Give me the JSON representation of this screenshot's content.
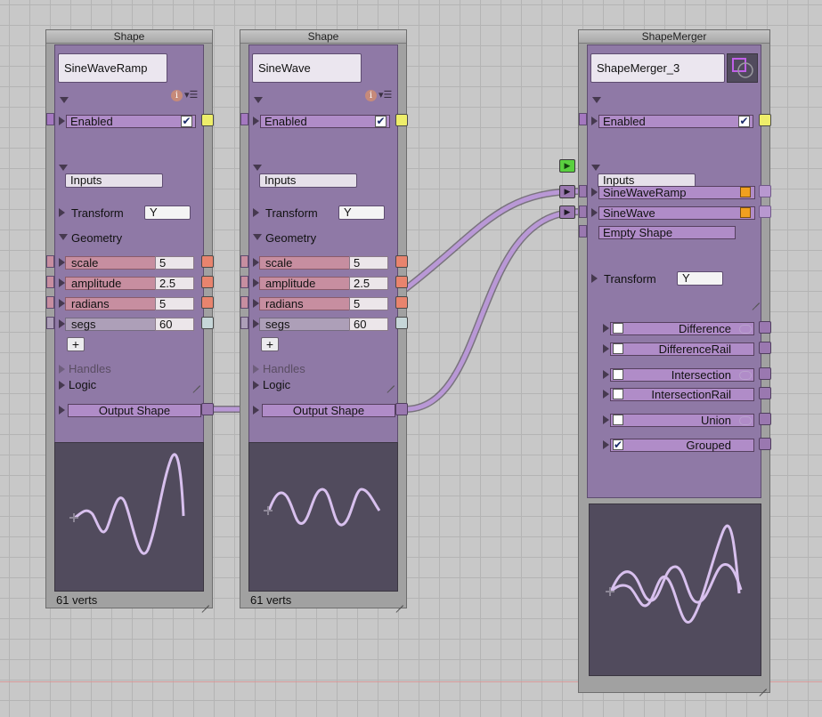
{
  "nodes": {
    "ramp": {
      "title": "Shape",
      "name": "SineWaveRamp",
      "enabled_label": "Enabled",
      "inputs_label": "Inputs",
      "transform_label": "Transform",
      "transform_value": "Y",
      "geometry_label": "Geometry",
      "params": [
        {
          "label": "scale",
          "value": "5"
        },
        {
          "label": "amplitude",
          "value": "2.5"
        },
        {
          "label": "radians",
          "value": "5"
        },
        {
          "label": "segs",
          "value": "60"
        }
      ],
      "add_label": "+",
      "handles_label": "Handles",
      "logic_label": "Logic",
      "output_label": "Output Shape",
      "footer": "61 verts"
    },
    "sine": {
      "title": "Shape",
      "name": "SineWave",
      "enabled_label": "Enabled",
      "inputs_label": "Inputs",
      "transform_label": "Transform",
      "transform_value": "Y",
      "geometry_label": "Geometry",
      "params": [
        {
          "label": "scale",
          "value": "5"
        },
        {
          "label": "amplitude",
          "value": "2.5"
        },
        {
          "label": "radians",
          "value": "5"
        },
        {
          "label": "segs",
          "value": "60"
        }
      ],
      "add_label": "+",
      "handles_label": "Handles",
      "logic_label": "Logic",
      "output_label": "Output Shape",
      "footer": "61 verts"
    },
    "merger": {
      "title": "ShapeMerger",
      "name": "ShapeMerger_3",
      "enabled_label": "Enabled",
      "inputs_label": "Inputs",
      "input_items": [
        "SineWaveRamp",
        "SineWave"
      ],
      "empty_label": "Empty Shape",
      "transform_label": "Transform",
      "transform_value": "Y",
      "ops": [
        {
          "label": "Difference",
          "checked": false
        },
        {
          "label": "DifferenceRail",
          "checked": false
        },
        {
          "label": "Intersection",
          "checked": false
        },
        {
          "label": "IntersectionRail",
          "checked": false
        },
        {
          "label": "Union",
          "checked": false
        },
        {
          "label": "Grouped",
          "checked": true
        }
      ]
    }
  },
  "glyphs": {
    "check": "✔",
    "info": "i",
    "menu": "▾☰",
    "play": "▶"
  },
  "colors": {
    "node_body": "#8f79a6",
    "wire": "#b998d6",
    "port_yellow": "#eeee6a",
    "port_salmon": "#e8846e",
    "play_green": "#5ad040",
    "swatch_orange": "#f0a020"
  }
}
